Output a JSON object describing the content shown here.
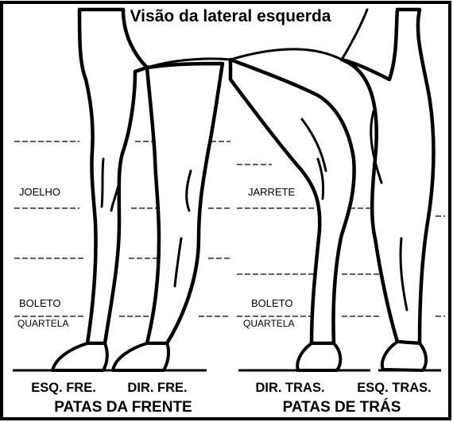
{
  "title": "Visão da lateral esquerda",
  "markers": {
    "front_knee": "JOELHO",
    "hind_hock": "JARRETE",
    "front_fetlock": "BOLETO",
    "front_pastern": "QUARTELA",
    "hind_fetlock": "BOLETO",
    "hind_pastern": "QUARTELA"
  },
  "legs": [
    {
      "label": "ESQ. FRE."
    },
    {
      "label": "DIR. FRE."
    },
    {
      "label": "DIR. TRAS."
    },
    {
      "label": "ESQ. TRAS."
    }
  ],
  "groups": {
    "front": "PATAS DA FRENTE",
    "hind": "PATAS DE TRÁS"
  }
}
